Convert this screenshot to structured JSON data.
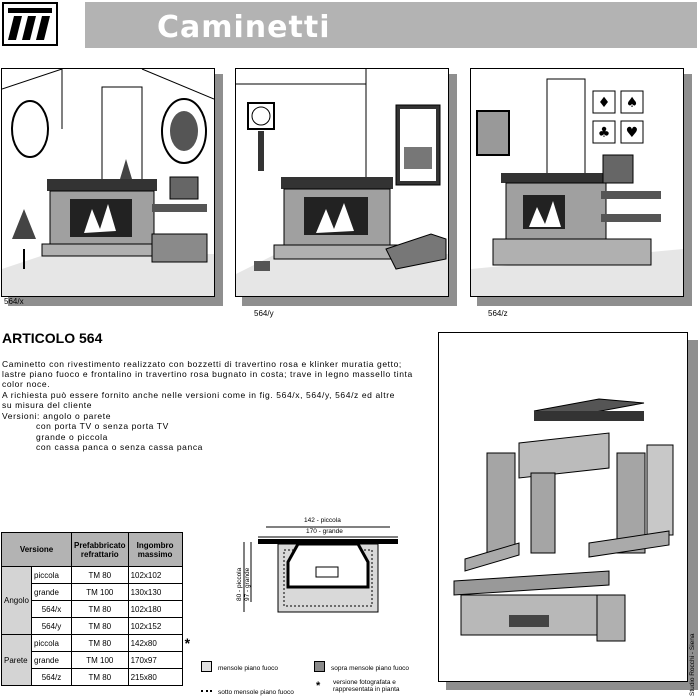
{
  "header": {
    "title": "Caminetti"
  },
  "panels": [
    {
      "caption": "564/x"
    },
    {
      "caption": "564/y"
    },
    {
      "caption": "564/z"
    }
  ],
  "article": {
    "title": "ARTICOLO 564",
    "lines": [
      "Caminetto con rivestimento realizzato con bozzetti di travertino rosa e klinker muratia getto;",
      "lastre piano fuoco e frontalino in travertino rosa bugnato in costa; trave in legno massello tinta",
      "color noce.",
      "A richiesta può essere fornito anche nelle versioni come in fig. 564/x, 564/y, 564/z ed altre",
      "su misura del cliente",
      "Versioni: angolo o parete",
      "con porta TV o senza porta TV",
      "grande o piccola",
      "con cassa panca o senza cassa panca"
    ]
  },
  "table": {
    "headers": [
      "Versione",
      "Prefabbricato refrattario",
      "Ingombro massimo"
    ],
    "groups": [
      {
        "name": "Angolo",
        "rows": [
          [
            "piccola",
            "TM 80",
            "102x102",
            ""
          ],
          [
            "grande",
            "TM 100",
            "130x130",
            ""
          ],
          [
            "564/x",
            "TM 80",
            "102x180",
            ""
          ],
          [
            "564/y",
            "TM 80",
            "102x152",
            ""
          ]
        ]
      },
      {
        "name": "Parete",
        "rows": [
          [
            "piccola",
            "TM 80",
            "142x80",
            "*"
          ],
          [
            "grande",
            "TM 100",
            "170x97",
            ""
          ],
          [
            "564/z",
            "TM 80",
            "215x80",
            ""
          ]
        ]
      }
    ]
  },
  "plan": {
    "top1": "142 - piccola",
    "top2": "170 - grande",
    "side1": "80 - piccola",
    "side2": "97 - grande"
  },
  "legend": {
    "item1": "mensole piano fuoco",
    "item2": "sopra mensole piano fuoco",
    "item3": "sotto mensole piano fuoco",
    "item4": "versione fotografata e rappresentata in pianta",
    "star": "*"
  },
  "credit": "Studio Rocchi - Siena",
  "colors": {
    "band": "#b3b3b3",
    "stone": "#9a9a9a",
    "dark": "#3a3a3a"
  }
}
